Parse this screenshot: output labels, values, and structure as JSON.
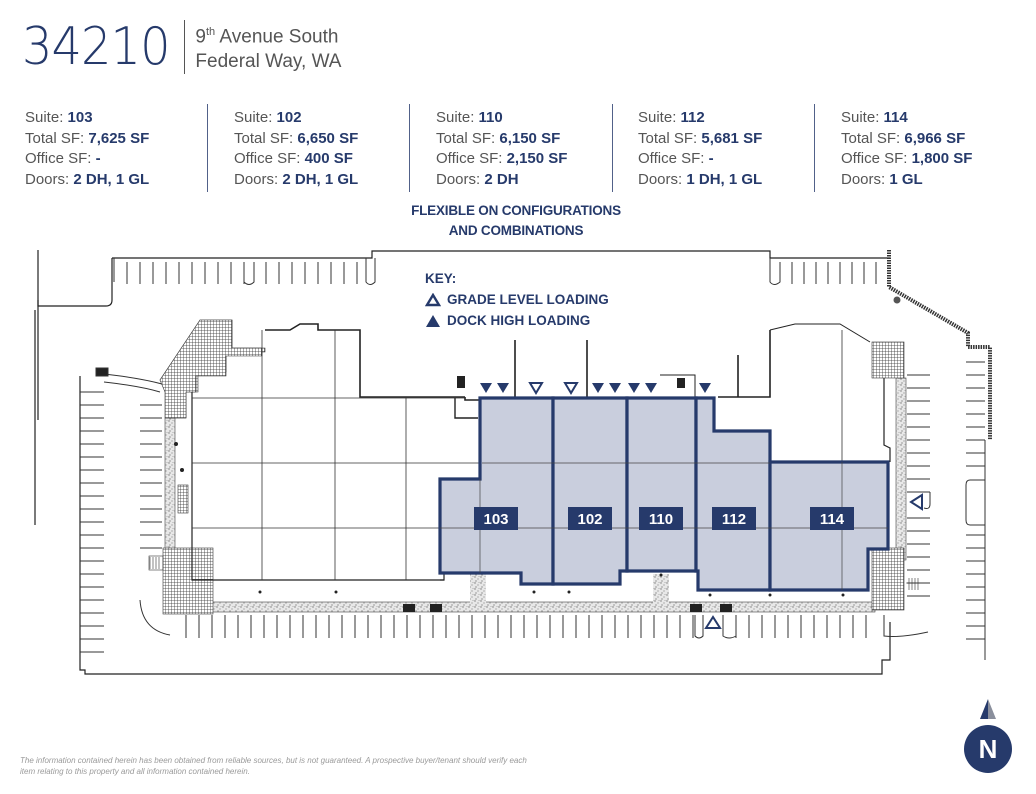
{
  "header": {
    "address_number": "34210",
    "street": "9",
    "street_suffix_sup": "th",
    "street_rest": " Avenue South",
    "city": "Federal Way, WA"
  },
  "labels": {
    "suite": "Suite: ",
    "total_sf": "Total SF: ",
    "office_sf": "Office SF: ",
    "doors": "Doors: "
  },
  "suites": [
    {
      "suite": "103",
      "total_sf": "7,625 SF",
      "office_sf": "-",
      "doors": "2 DH, 1 GL"
    },
    {
      "suite": "102",
      "total_sf": "6,650 SF",
      "office_sf": "400 SF",
      "doors": "2 DH, 1 GL"
    },
    {
      "suite": "110",
      "total_sf": "6,150 SF",
      "office_sf": "2,150 SF",
      "doors": "2 DH"
    },
    {
      "suite": "112",
      "total_sf": "5,681 SF",
      "office_sf": "-",
      "doors": "1 DH, 1 GL"
    },
    {
      "suite": "114",
      "total_sf": "6,966 SF",
      "office_sf": "1,800 SF",
      "doors": "1 GL"
    }
  ],
  "note": {
    "line1": "FLEXIBLE ON CONFIGURATIONS",
    "line2": "AND COMBINATIONS"
  },
  "key": {
    "title": "KEY:",
    "grade_level": "GRADE LEVEL LOADING",
    "dock_high": "DOCK HIGH LOADING"
  },
  "site_plan": {
    "suite_labels": [
      "103",
      "102",
      "110",
      "112",
      "114"
    ],
    "colors": {
      "brand_navy": "#263a6b",
      "suite_fill": "#c9cedd",
      "line": "#222222"
    }
  },
  "compass": {
    "label": "N"
  },
  "disclaimer": "The information contained herein has been obtained from reliable sources, but is not guaranteed. A prospective buyer/tenant should verify each item relating to this property and all information contained herein."
}
